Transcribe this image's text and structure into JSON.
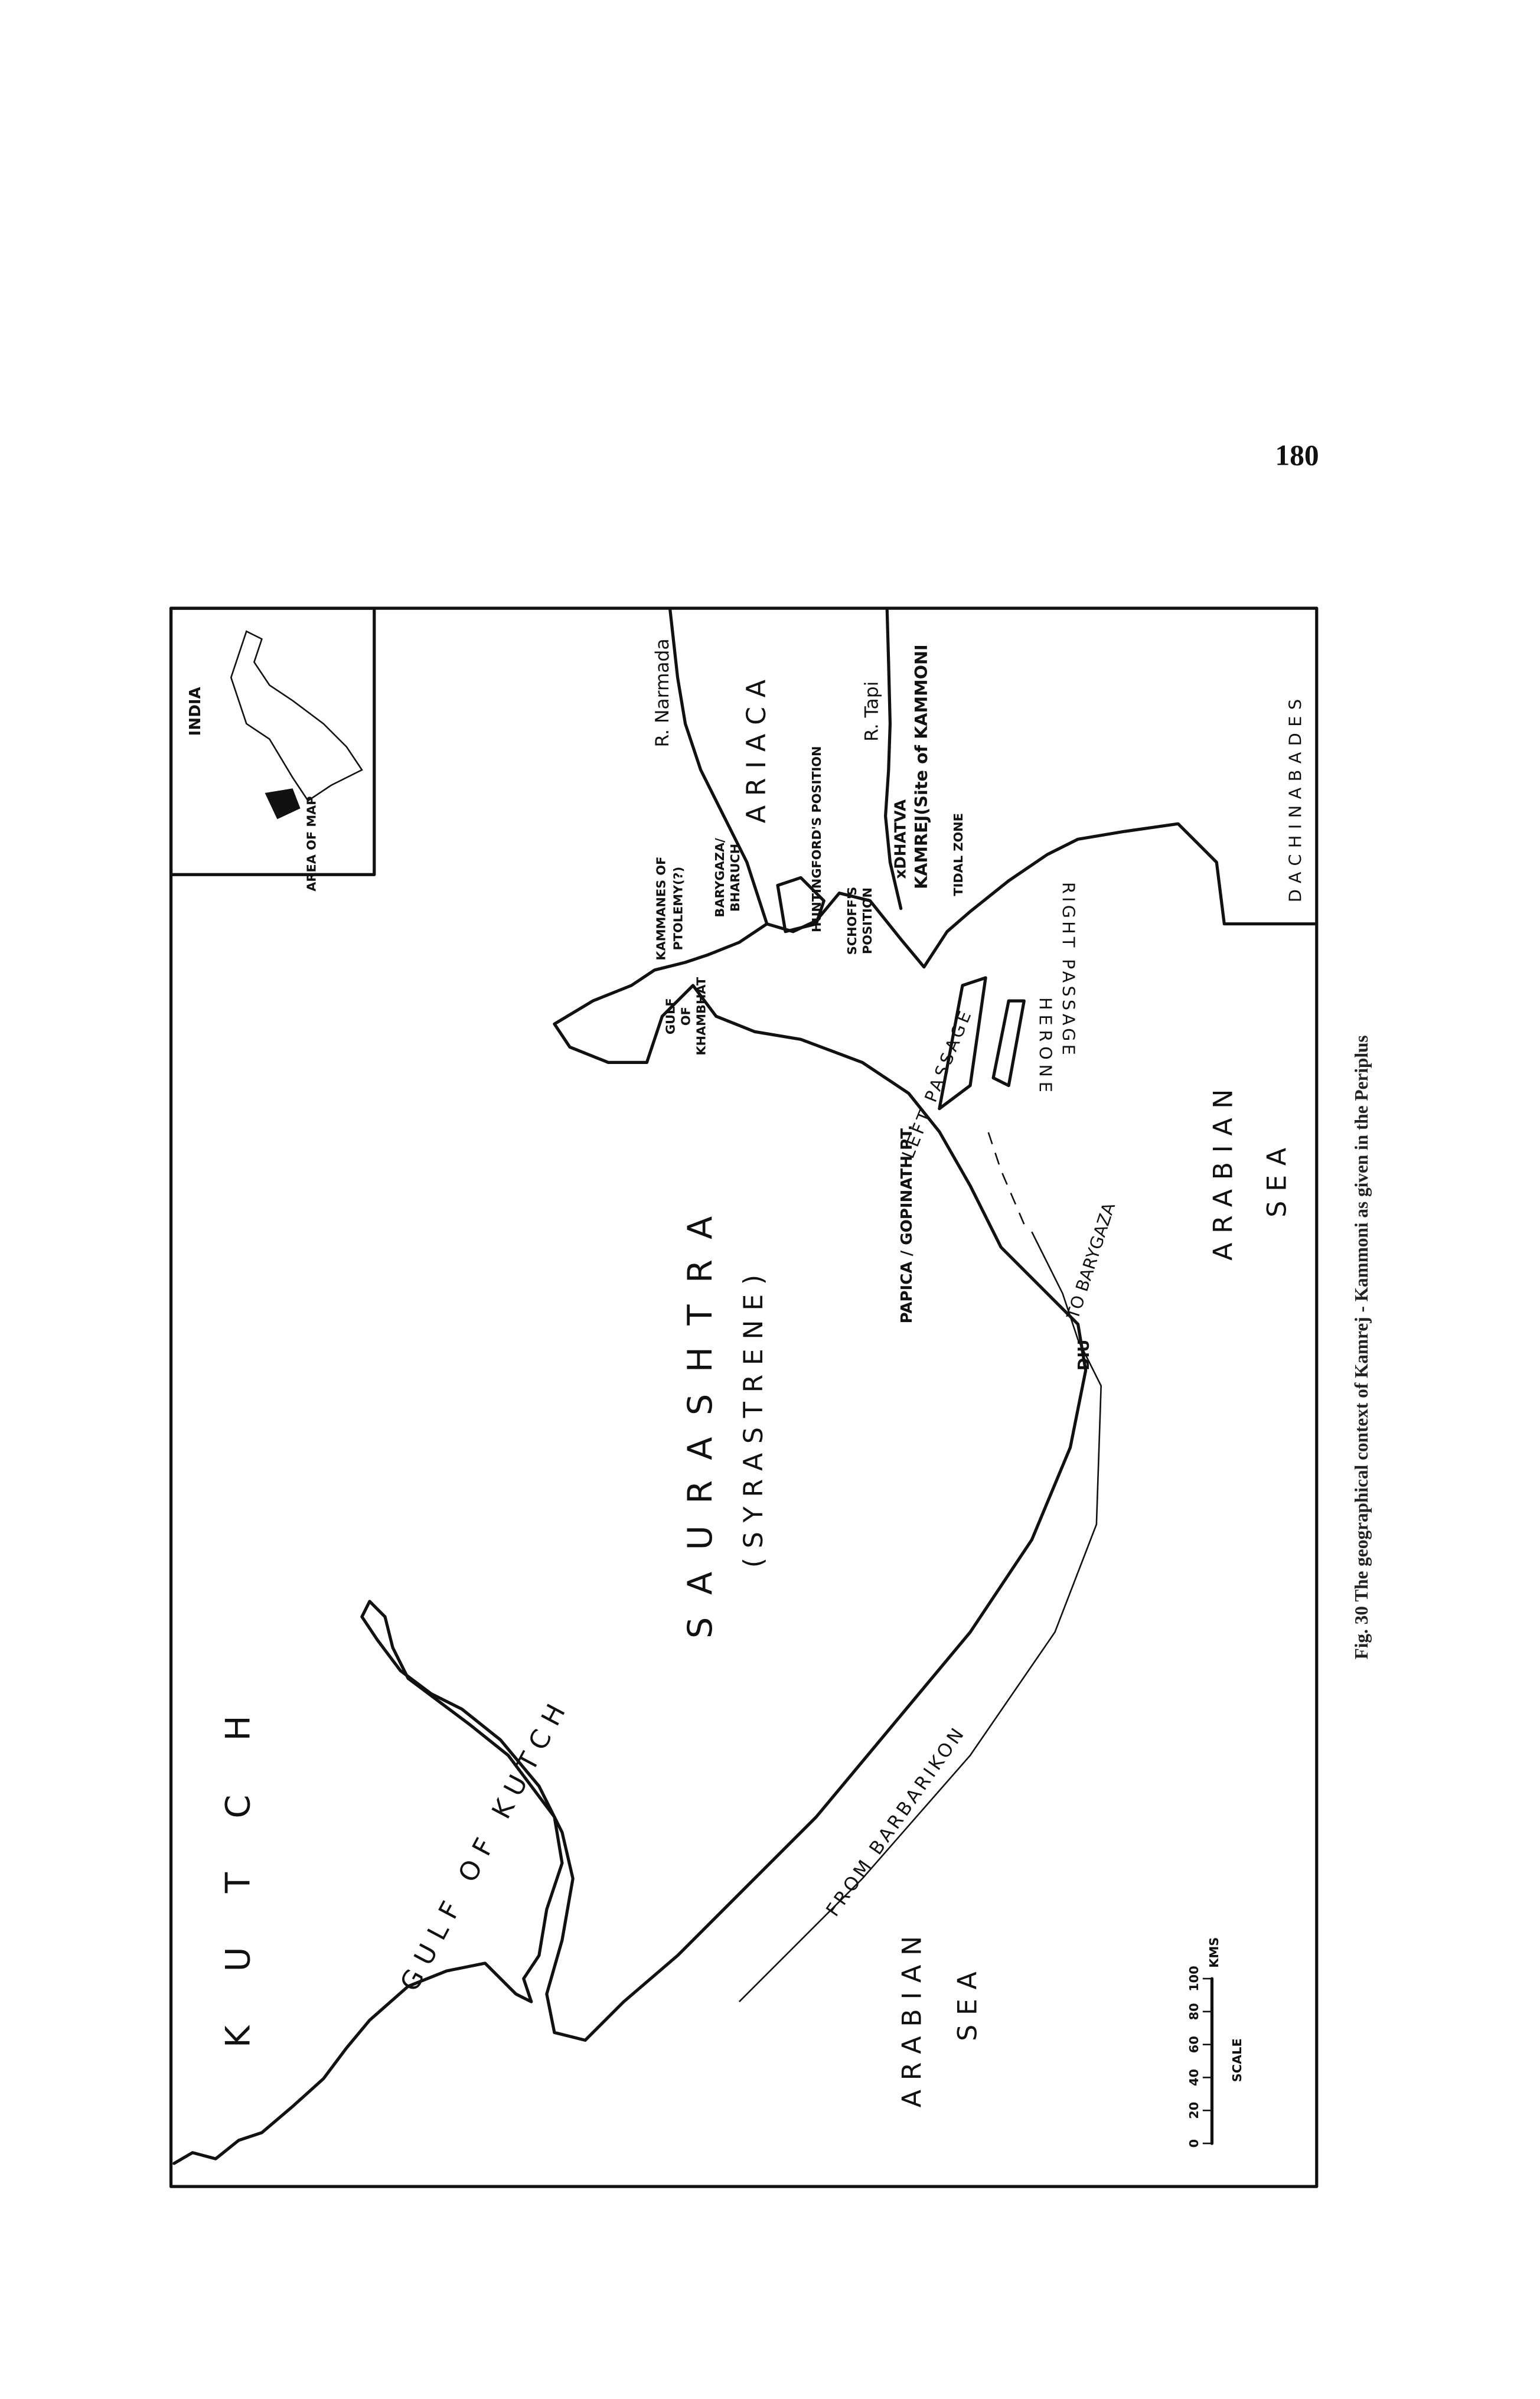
{
  "page_number": "180",
  "caption": "Fig. 30  The geographical context of Kamrej - Kammoni as given in the Periplus",
  "inset": {
    "title": "INDIA",
    "area_label": "AREA OF MAP"
  },
  "labels": {
    "kutch": "K U T C H",
    "gulf_of_kutch": "GULF OF KUTCH",
    "arabian_sea_left_1": "ARABIAN",
    "arabian_sea_left_2": "SEA",
    "saurashtra": "SAURASHTRA",
    "syrastrene": "(SYRASTRENE)",
    "from_barbarikon": "FROM BARBARIKON",
    "diu": "DIU",
    "to_barygaza": "TO BARYGAZA",
    "papica": "PAPICA / GOPINATH PT.",
    "left_passage": "LEFT PASSAGE",
    "herone": "HERONE",
    "right_passage": "RIGHT PASSAGE",
    "gulf_khambhat_1": "GULF",
    "gulf_khambhat_2": "OF",
    "gulf_khambhat_3": "KHAMBHAT",
    "kammanes_1": "KAMMANES OF",
    "kammanes_2": "PTOLEMY(?)",
    "barygaza_1": "BARYGAZA/",
    "barygaza_2": "BHARUCH",
    "ariaca": "ARIACA",
    "narmada": "R. Narmada",
    "huntingford": "HUNTINGFORD'S POSITION",
    "schoff_1": "SCHOFF'S",
    "schoff_2": "POSITION",
    "tapi": "R. Tapi",
    "dhatva": "xDHATVA",
    "kamrej": "KAMREJ(Site of KAMMONI",
    "tidal_zone": "TIDAL ZONE",
    "arabian_sea_right_1": "ARABIAN",
    "arabian_sea_right_2": "SEA",
    "dachinabades": "DACHINABADES"
  },
  "scale": {
    "ticks": [
      "0",
      "20",
      "40",
      "60",
      "80",
      "100"
    ],
    "unit": "KMS",
    "title": "SCALE"
  }
}
